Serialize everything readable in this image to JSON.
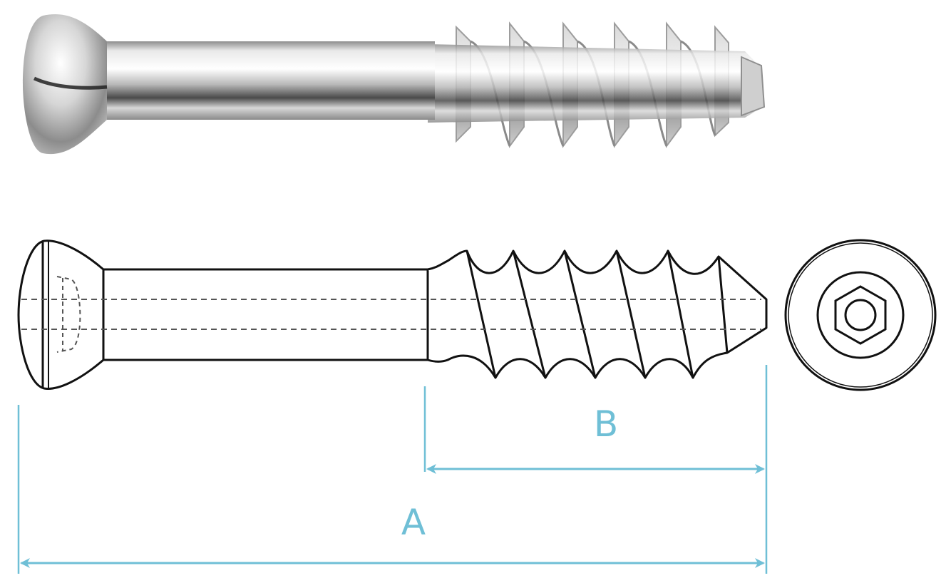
{
  "dimensions": {
    "a_label": "A",
    "b_label": "B"
  },
  "colors": {
    "dimension": "#6fbfd6",
    "outline": "#111111",
    "metal_light": "#f4f4f4",
    "metal_mid": "#c9c9c9",
    "metal_dark": "#555555"
  },
  "parts": {
    "photo": "cancellous-screw-photo",
    "side_view": "cancellous-screw-side-view",
    "end_view": "screw-head-end-view"
  }
}
